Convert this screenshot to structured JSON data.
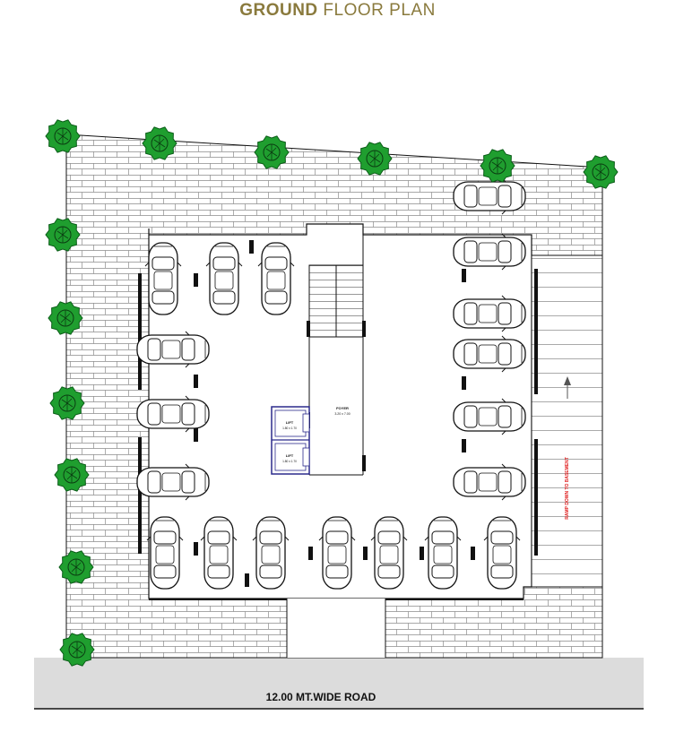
{
  "title": {
    "bold": "GROUND",
    "rest": " FLOOR PLAN"
  },
  "labels": {
    "road": "12.00 MT.WIDE ROAD",
    "foyer": "FOYER",
    "foyer_size": "3.20 x 7.00",
    "lift": "LIFT",
    "lift1_size": "1.80 x 1.70",
    "lift2_size": "1.80 x 1.70",
    "ramp": "RAMP DOWN TO BASEMENT"
  },
  "colors": {
    "title": "#8a7a3d",
    "road": "#dcdcdc",
    "tree": "#1f9e2f",
    "ramp_text": "#e02020",
    "lift": "#2b2a8c",
    "lines": "#111111"
  },
  "icons": {
    "tree": "tree-icon",
    "car": "car-icon",
    "arrow": "arrow-up-icon"
  }
}
